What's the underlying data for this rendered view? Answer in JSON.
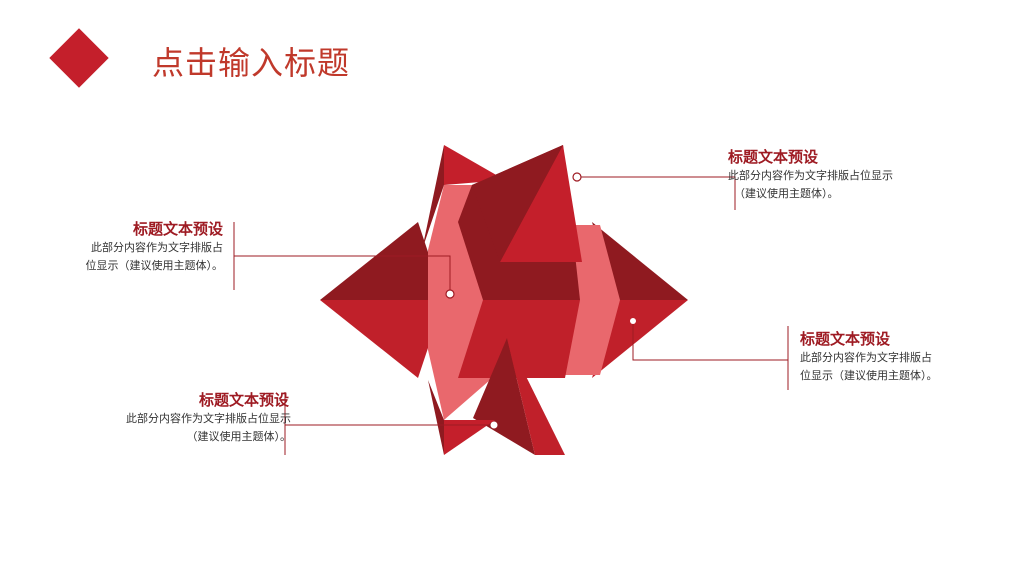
{
  "header": {
    "title": "点击输入标题"
  },
  "colors": {
    "accent": "#c41f2b",
    "dark_red": "#8f1a20",
    "mid_red": "#c0202a",
    "light_red": "#e9686d",
    "line": "#9e1b23"
  },
  "blocks": [
    {
      "title": "标题文本预设",
      "line1": "此部分内容作为文字排版占位显示",
      "line2": "（建议使用主题体）。"
    },
    {
      "title": "标题文本预设",
      "line1": "此部分内容作为文字排版占",
      "line2": "位显示（建议使用主题体）。"
    },
    {
      "title": "标题文本预设",
      "line1": "此部分内容作为文字排版占",
      "line2": "位显示（建议使用主题体）。"
    },
    {
      "title": "标题文本预设",
      "line1": "此部分内容作为文字排版占位显示",
      "line2": "（建议使用主题体）。"
    }
  ]
}
